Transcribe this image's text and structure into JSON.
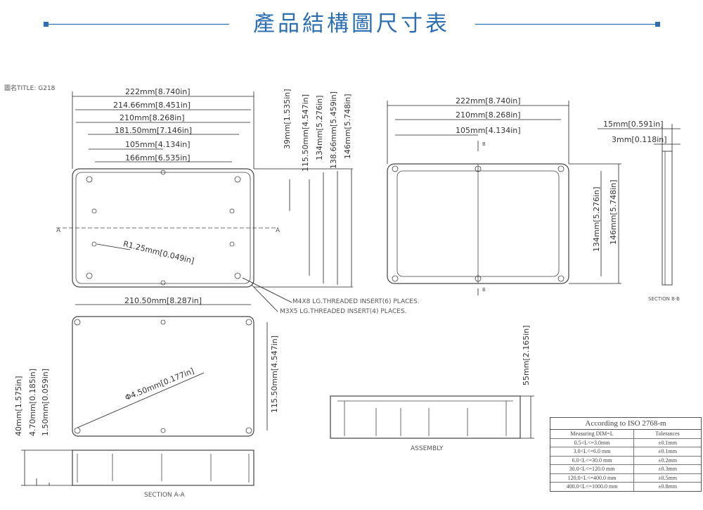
{
  "header": {
    "title": "產品結構圖尺寸表"
  },
  "drawing": {
    "title_label": "圖名TITLE: G218",
    "top_dims": [
      "222mm[8.740in]",
      "214.66mm[8.451in]",
      "210mm[8.268in]",
      "181.50mm[7.146in]",
      "105mm[4.134in]",
      "166mm[6.535in]"
    ],
    "vert_dims": [
      "39mm[1.535in]",
      "115.50mm[4.547in]",
      "134mm[5.276in]",
      "138.66mm[5.459in]",
      "146mm[5.748in]"
    ],
    "radius": "R1.25mm[0.049in]",
    "section_mark": "A",
    "insert_notes": [
      "M4X8 LG.THREADED INSERT(6) PLACES.",
      "M3X5 LG.THREADED INSERT(4) PLACES."
    ],
    "bottom_width": "210.50mm[8.287in]",
    "hole_dia": "Φ4.50mm[0.177in]",
    "bottom_height": "115.50mm[4.547in]",
    "left_dims": [
      "40mm[1.575in]",
      "4.70mm[0.185in]",
      "1.50mm[0.059in]"
    ],
    "section_a": "SECTION A-A",
    "lid_dims": [
      "222mm[8.740in]",
      "210mm[8.268in]",
      "105mm[4.134in]"
    ],
    "lid_vert": [
      "134mm[5.276in]",
      "146mm[5.748in]"
    ],
    "section_b_mark": "B",
    "side_dims": [
      "15mm[0.591in]",
      "3mm[0.118in]"
    ],
    "section_b": "SECTION B-B",
    "assembly_height": "55mm[2.165in]",
    "assembly": "ASSEMBLY"
  },
  "tolerance_table": {
    "title": "According to ISO 2768-m",
    "headers": [
      "Measuring DIM=L",
      "Tolerances"
    ],
    "rows": [
      [
        "0.5<L<=3.0mm",
        "±0.1mm"
      ],
      [
        "3.0<L<=6.0 mm",
        "±0.1mm"
      ],
      [
        "6.0<L<=30.0 mm",
        "±0.2mm"
      ],
      [
        "30.0<L<=120.0 mm",
        "±0.3mm"
      ],
      [
        "120.0<L<=400.0 mm",
        "±0.5mm"
      ],
      [
        "400.0<L<=1000.0 mm",
        "±0.8mm"
      ]
    ]
  },
  "colors": {
    "accent": "#2d6fb0",
    "line": "#333333"
  }
}
